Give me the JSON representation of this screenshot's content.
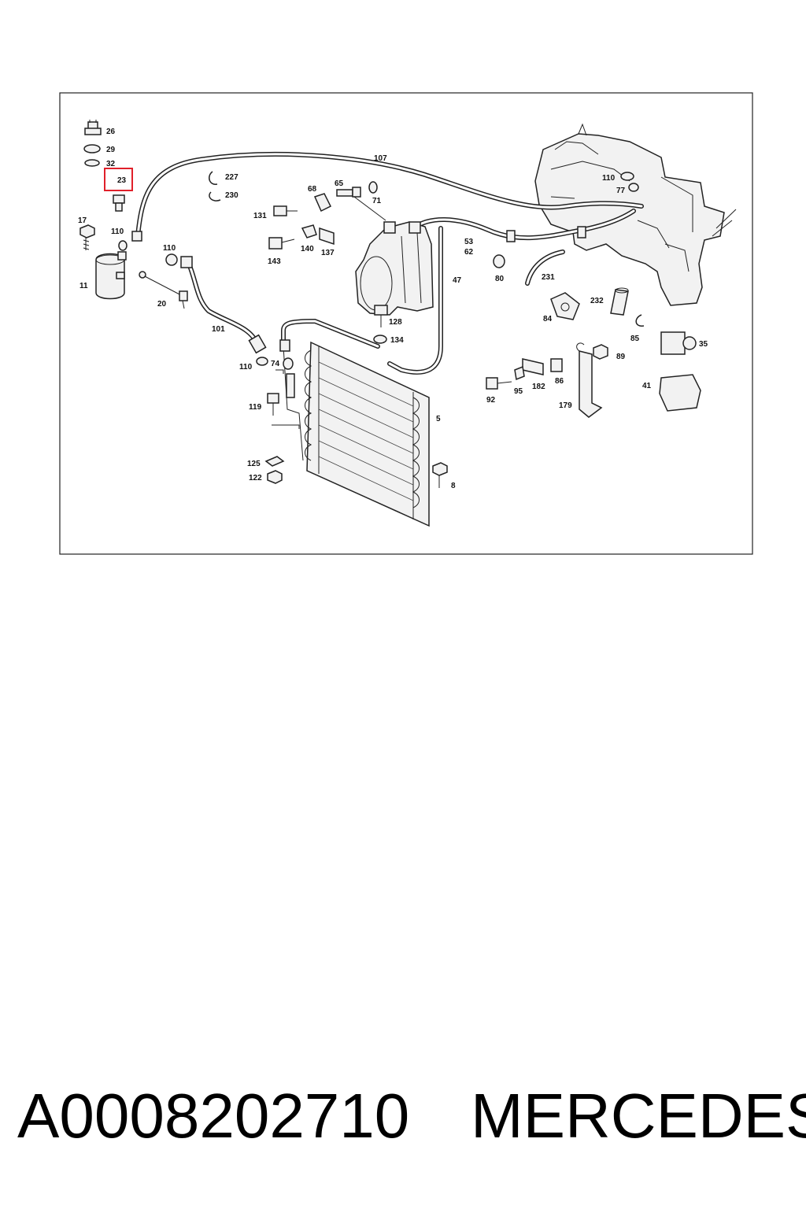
{
  "diagram": {
    "highlight_color": "#e0202a",
    "labels": {
      "p26": "26",
      "p29": "29",
      "p32": "32",
      "p23": "23",
      "p17": "17",
      "p110a": "110",
      "p11": "11",
      "p110b": "110",
      "p20": "20",
      "p101": "101",
      "p110c": "110",
      "p74": "74",
      "p119": "119",
      "p125": "125",
      "p122": "122",
      "p107": "107",
      "p227": "227",
      "p230": "230",
      "p68": "68",
      "p65": "65",
      "p71": "71",
      "p131": "131",
      "p143": "143",
      "p140": "140",
      "p137": "137",
      "p128": "128",
      "p134": "134",
      "p47": "47",
      "p53": "53",
      "p62": "62",
      "p80": "80",
      "p231": "231",
      "p110d": "110",
      "p77": "77",
      "p232": "232",
      "p84": "84",
      "p85": "85",
      "p35": "35",
      "p89": "89",
      "p86": "86",
      "p182": "182",
      "p95": "95",
      "p92": "92",
      "p179": "179",
      "p41": "41",
      "p5": "5",
      "p8": "8"
    }
  },
  "caption": {
    "part_number": "A0008202710",
    "brand": "MERCEDES"
  }
}
